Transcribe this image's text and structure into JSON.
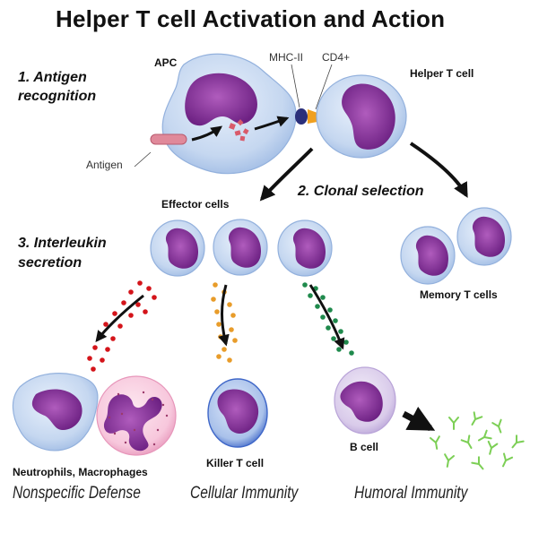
{
  "title": "Helper T cell Activation and Action",
  "steps": {
    "step1_line1": "1. Antigen",
    "step1_line2": "recognition",
    "step2": "2. Clonal selection",
    "step3_line1": "3. Interleukin",
    "step3_line2": "secretion"
  },
  "labels": {
    "apc": "APC",
    "mhc2": "MHC-II",
    "cd4": "CD4+",
    "helper_t": "Helper T cell",
    "antigen": "Antigen",
    "effector": "Effector cells",
    "memory": "Memory T cells",
    "neutrophils": "Neutrophils, Macrophages",
    "killer": "Killer T cell",
    "bcell": "B cell"
  },
  "categories": {
    "nonspecific": "Nonspecific Defense",
    "cellular": "Cellular Immunity",
    "humoral": "Humoral Immunity"
  },
  "colors": {
    "cell_fill": "#c5d7f0",
    "cell_stroke": "#93b1dd",
    "nucleus": "#7a2e8e",
    "bcell_fill": "#ddd0ec",
    "neutrophil_fill": "#f8cde0",
    "interleukin_red": "#d4141a",
    "interleukin_orange": "#e89c2a",
    "interleukin_green": "#1f8a4c",
    "antibody": "#7ccf55",
    "mhc2": "#2b2f7a",
    "cd4": "#f0a020",
    "antigen": "#e0899a"
  }
}
